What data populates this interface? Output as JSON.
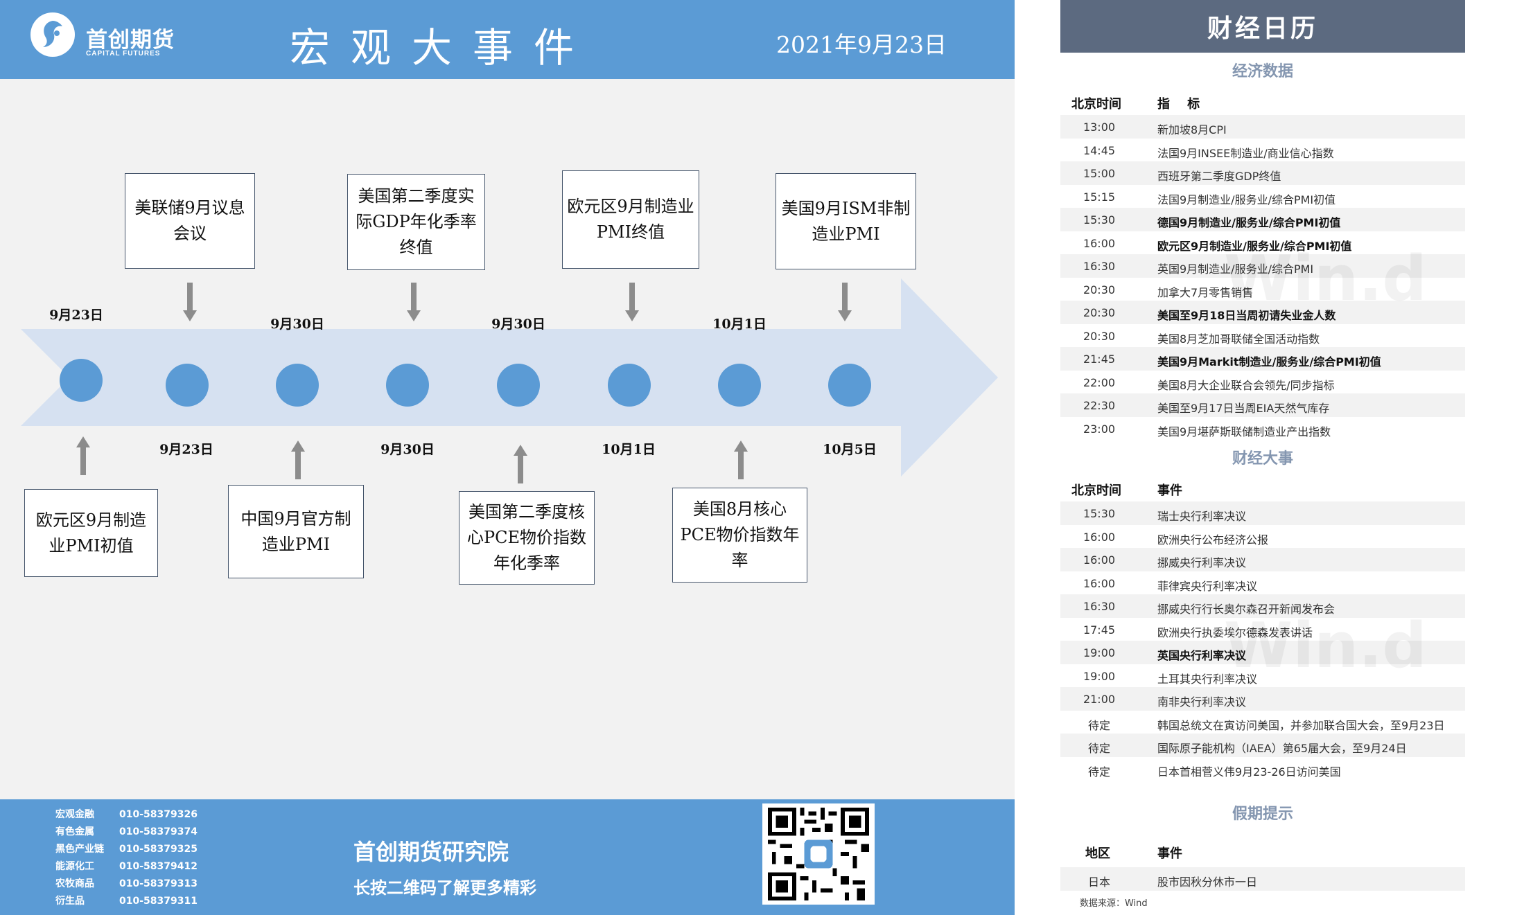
{
  "header": {
    "logo_cn": "首创期货",
    "logo_en": "CAPITAL FUTURES",
    "title": "宏观大事件",
    "date": "2021年9月23日"
  },
  "timeline": {
    "top_dates": [
      "9月23日",
      "9月30日",
      "9月30日",
      "10月1日"
    ],
    "bottom_dates": [
      "9月23日",
      "9月30日",
      "10月1日",
      "10月5日"
    ],
    "top_events": [
      "美联储9月议息会议",
      "美国第二季度实际GDP年化季率终值",
      "欧元区9月制造业PMI终值",
      "美国9月ISM非制造业PMI"
    ],
    "bottom_events": [
      "欧元区9月制造业PMI初值",
      "中国9月官方制造业PMI",
      "美国第二季度核心PCE物价指数年化季率",
      "美国8月核心PCE物价指数年率"
    ]
  },
  "footer": {
    "contacts": [
      {
        "name": "宏观金融",
        "phone": "010-58379326"
      },
      {
        "name": "有色金属",
        "phone": "010-58379374"
      },
      {
        "name": "黑色产业链",
        "phone": "010-58379325"
      },
      {
        "name": "能源化工",
        "phone": "010-58379412"
      },
      {
        "name": "农牧商品",
        "phone": "010-58379313"
      },
      {
        "name": "衍生品",
        "phone": "010-58379311"
      }
    ],
    "institute": "首创期货研究院",
    "subtitle": "长按二维码了解更多精彩"
  },
  "calendar": {
    "title": "财经日历",
    "econ_title": "经济数据",
    "econ_head": {
      "time": "北京时间",
      "item": "指    标"
    },
    "econ_rows": [
      {
        "time": "13:00",
        "item": "新加坡8月CPI",
        "bold": false
      },
      {
        "time": "14:45",
        "item": "法国9月INSEE制造业/商业信心指数",
        "bold": false
      },
      {
        "time": "15:00",
        "item": "西班牙第二季度GDP终值",
        "bold": false
      },
      {
        "time": "15:15",
        "item": "法国9月制造业/服务业/综合PMI初值",
        "bold": false
      },
      {
        "time": "15:30",
        "item": "德国9月制造业/服务业/综合PMI初值",
        "bold": true
      },
      {
        "time": "16:00",
        "item": "欧元区9月制造业/服务业/综合PMI初值",
        "bold": true
      },
      {
        "time": "16:30",
        "item": "英国9月制造业/服务业/综合PMI",
        "bold": false
      },
      {
        "time": "20:30",
        "item": "加拿大7月零售销售",
        "bold": false
      },
      {
        "time": "20:30",
        "item": "美国至9月18日当周初请失业金人数",
        "bold": true
      },
      {
        "time": "20:30",
        "item": "美国8月芝加哥联储全国活动指数",
        "bold": false
      },
      {
        "time": "21:45",
        "item": "美国9月Markit制造业/服务业/综合PMI初值",
        "bold": true
      },
      {
        "time": "22:00",
        "item": "美国8月大企业联合会领先/同步指标",
        "bold": false
      },
      {
        "time": "22:30",
        "item": "美国至9月17日当周EIA天然气库存",
        "bold": false
      },
      {
        "time": "23:00",
        "item": "美国9月堪萨斯联储制造业产出指数",
        "bold": false
      }
    ],
    "events_title": "财经大事",
    "events_head": {
      "time": "北京时间",
      "item": "事件"
    },
    "events_rows": [
      {
        "time": "15:30",
        "item": "瑞士央行利率决议",
        "bold": false
      },
      {
        "time": "16:00",
        "item": "欧洲央行公布经济公报",
        "bold": false
      },
      {
        "time": "16:00",
        "item": "挪威央行利率决议",
        "bold": false
      },
      {
        "time": "16:00",
        "item": "菲律宾央行利率决议",
        "bold": false
      },
      {
        "time": "16:30",
        "item": "挪威央行行长奥尔森召开新闻发布会",
        "bold": false
      },
      {
        "time": "17:45",
        "item": "欧洲央行执委埃尔德森发表讲话",
        "bold": false
      },
      {
        "time": "19:00",
        "item": "英国央行利率决议",
        "bold": true
      },
      {
        "time": "19:00",
        "item": "土耳其央行利率决议",
        "bold": false
      },
      {
        "time": "21:00",
        "item": "南非央行利率决议",
        "bold": false
      },
      {
        "time": "待定",
        "item": "韩国总统文在寅访问美国，并参加联合国大会，至9月23日",
        "bold": false
      },
      {
        "time": "待定",
        "item": "国际原子能机构（IAEA）第65届大会，至9月24日",
        "bold": false
      },
      {
        "time": "待定",
        "item": "日本首相菅义伟9月23-26日访问美国",
        "bold": false
      }
    ],
    "holiday_title": "假期提示",
    "holiday_head": {
      "region": "地区",
      "item": "事件"
    },
    "holiday_rows": [
      {
        "region": "日本",
        "item": "股市因秋分休市一日"
      }
    ],
    "source": "数据来源：Wind",
    "watermark": "Win.d"
  },
  "colors": {
    "accent": "#5b9bd5",
    "arrow": "#d6e1f1",
    "calendar_header": "#5c6a80",
    "section_title": "#8496b0"
  }
}
